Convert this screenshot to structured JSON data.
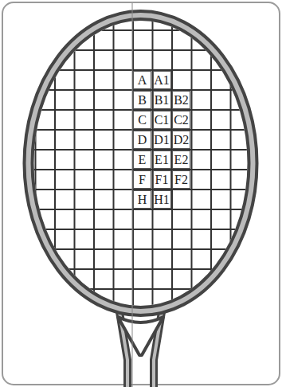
{
  "diagram": {
    "labels": [
      "A",
      "A1",
      "B",
      "B1",
      "B2",
      "C",
      "C1",
      "C2",
      "D",
      "D1",
      "D2",
      "E",
      "E1",
      "E2",
      "F",
      "F1",
      "F2",
      "H",
      "H1"
    ]
  }
}
